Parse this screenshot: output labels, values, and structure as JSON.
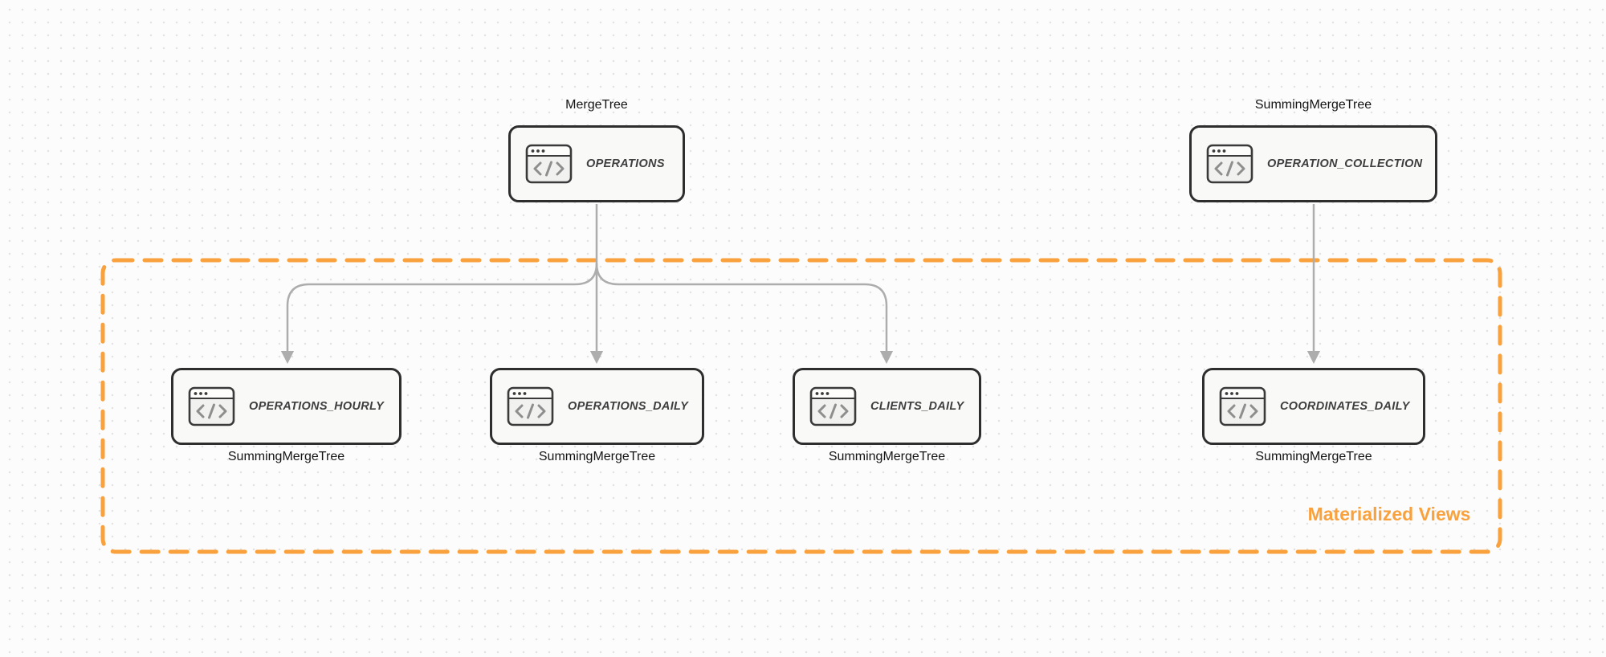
{
  "diagram": {
    "nodes": [
      {
        "id": "operations",
        "title": "OPERATIONS",
        "engine": "MergeTree",
        "icon": "code-window-icon"
      },
      {
        "id": "operation_collection",
        "title": "OPERATION_COLLECTION",
        "engine": "SummingMergeTree",
        "icon": "code-window-icon"
      },
      {
        "id": "operations_hourly",
        "title": "OPERATIONS_HOURLY",
        "engine": "SummingMergeTree",
        "icon": "code-window-icon"
      },
      {
        "id": "operations_daily",
        "title": "OPERATIONS_DAILY",
        "engine": "SummingMergeTree",
        "icon": "code-window-icon"
      },
      {
        "id": "clients_daily",
        "title": "CLIENTS_DAILY",
        "engine": "SummingMergeTree",
        "icon": "code-window-icon"
      },
      {
        "id": "coordinates_daily",
        "title": "COORDINATES_DAILY",
        "engine": "SummingMergeTree",
        "icon": "code-window-icon"
      }
    ],
    "edges": [
      {
        "from": "operations",
        "to": "operations_hourly"
      },
      {
        "from": "operations",
        "to": "operations_daily"
      },
      {
        "from": "operations",
        "to": "clients_daily"
      },
      {
        "from": "operation_collection",
        "to": "coordinates_daily"
      }
    ],
    "region": {
      "label": "Materialized Views"
    },
    "colors": {
      "accent_orange": "#F9A13C",
      "arrow_gray": "#ADADAD",
      "node_border": "#2E2E2E",
      "node_fill": "#F9FAF8",
      "canvas_bg": "#FCFCFC",
      "canvas_dot": "#E3E3E3"
    }
  }
}
